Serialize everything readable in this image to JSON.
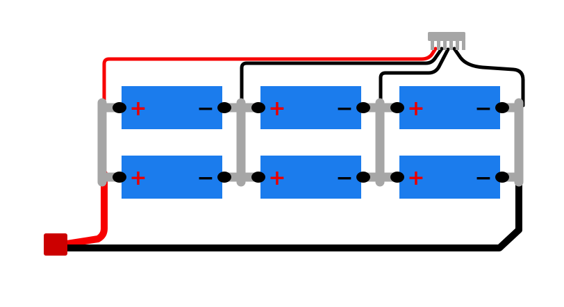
{
  "diagram": {
    "kind": "battery-pack-wiring-diagram",
    "pack_layout": {
      "rows": 2,
      "columns": 3
    },
    "colors": {
      "background": "#ffffff",
      "battery_body": "#1b7ced",
      "busbar": "#a6a6a6",
      "terminal": "#000000",
      "positive_wire": "#f70000",
      "negative_wire": "#000000",
      "balance_wire": "#000000",
      "main_connector": "#cc0000",
      "balance_connector": "#a6a6a6",
      "plus_sign": "#e80000",
      "minus_sign": "#000000"
    },
    "batteries": [
      {
        "position": "row-1-col-1",
        "plus_label": "+",
        "minus_label": "−"
      },
      {
        "position": "row-1-col-2",
        "plus_label": "+",
        "minus_label": "−"
      },
      {
        "position": "row-1-col-3",
        "plus_label": "+",
        "minus_label": "−"
      },
      {
        "position": "row-2-col-1",
        "plus_label": "+",
        "minus_label": "−"
      },
      {
        "position": "row-2-col-2",
        "plus_label": "+",
        "minus_label": "−"
      },
      {
        "position": "row-2-col-3",
        "plus_label": "+",
        "minus_label": "−"
      }
    ],
    "balance_connector": {
      "pin_count": 6
    },
    "wires": {
      "balance_taps": 3,
      "main_leads": 2
    }
  }
}
